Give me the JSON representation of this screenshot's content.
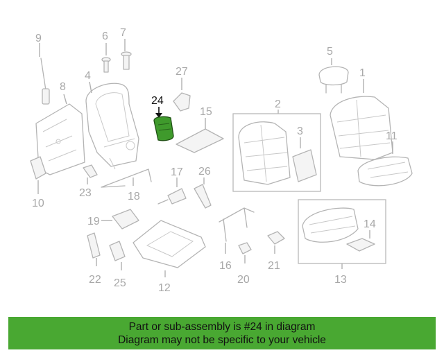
{
  "callouts": {
    "c1": "1",
    "c2": "2",
    "c3": "3",
    "c4": "4",
    "c5": "5",
    "c6": "6",
    "c7": "7",
    "c8": "8",
    "c9": "9",
    "c10": "10",
    "c11": "11",
    "c12": "12",
    "c13": "13",
    "c14": "14",
    "c15": "15",
    "c16": "16",
    "c17": "17",
    "c18": "18",
    "c19": "19",
    "c20": "20",
    "c21": "21",
    "c22": "22",
    "c23": "23",
    "c24": "24",
    "c25": "25",
    "c26": "26",
    "c27": "27"
  },
  "highlighted_part": "24",
  "colors": {
    "highlight_fill": "#3f9a2c",
    "banner_background": "#49a832",
    "line_art": "#b4b4b4",
    "callout_text": "#a8a8a8"
  },
  "banner": {
    "line1": "Part or sub-assembly is #24 in diagram",
    "line2": "Diagram may not be specific to your vehicle"
  }
}
